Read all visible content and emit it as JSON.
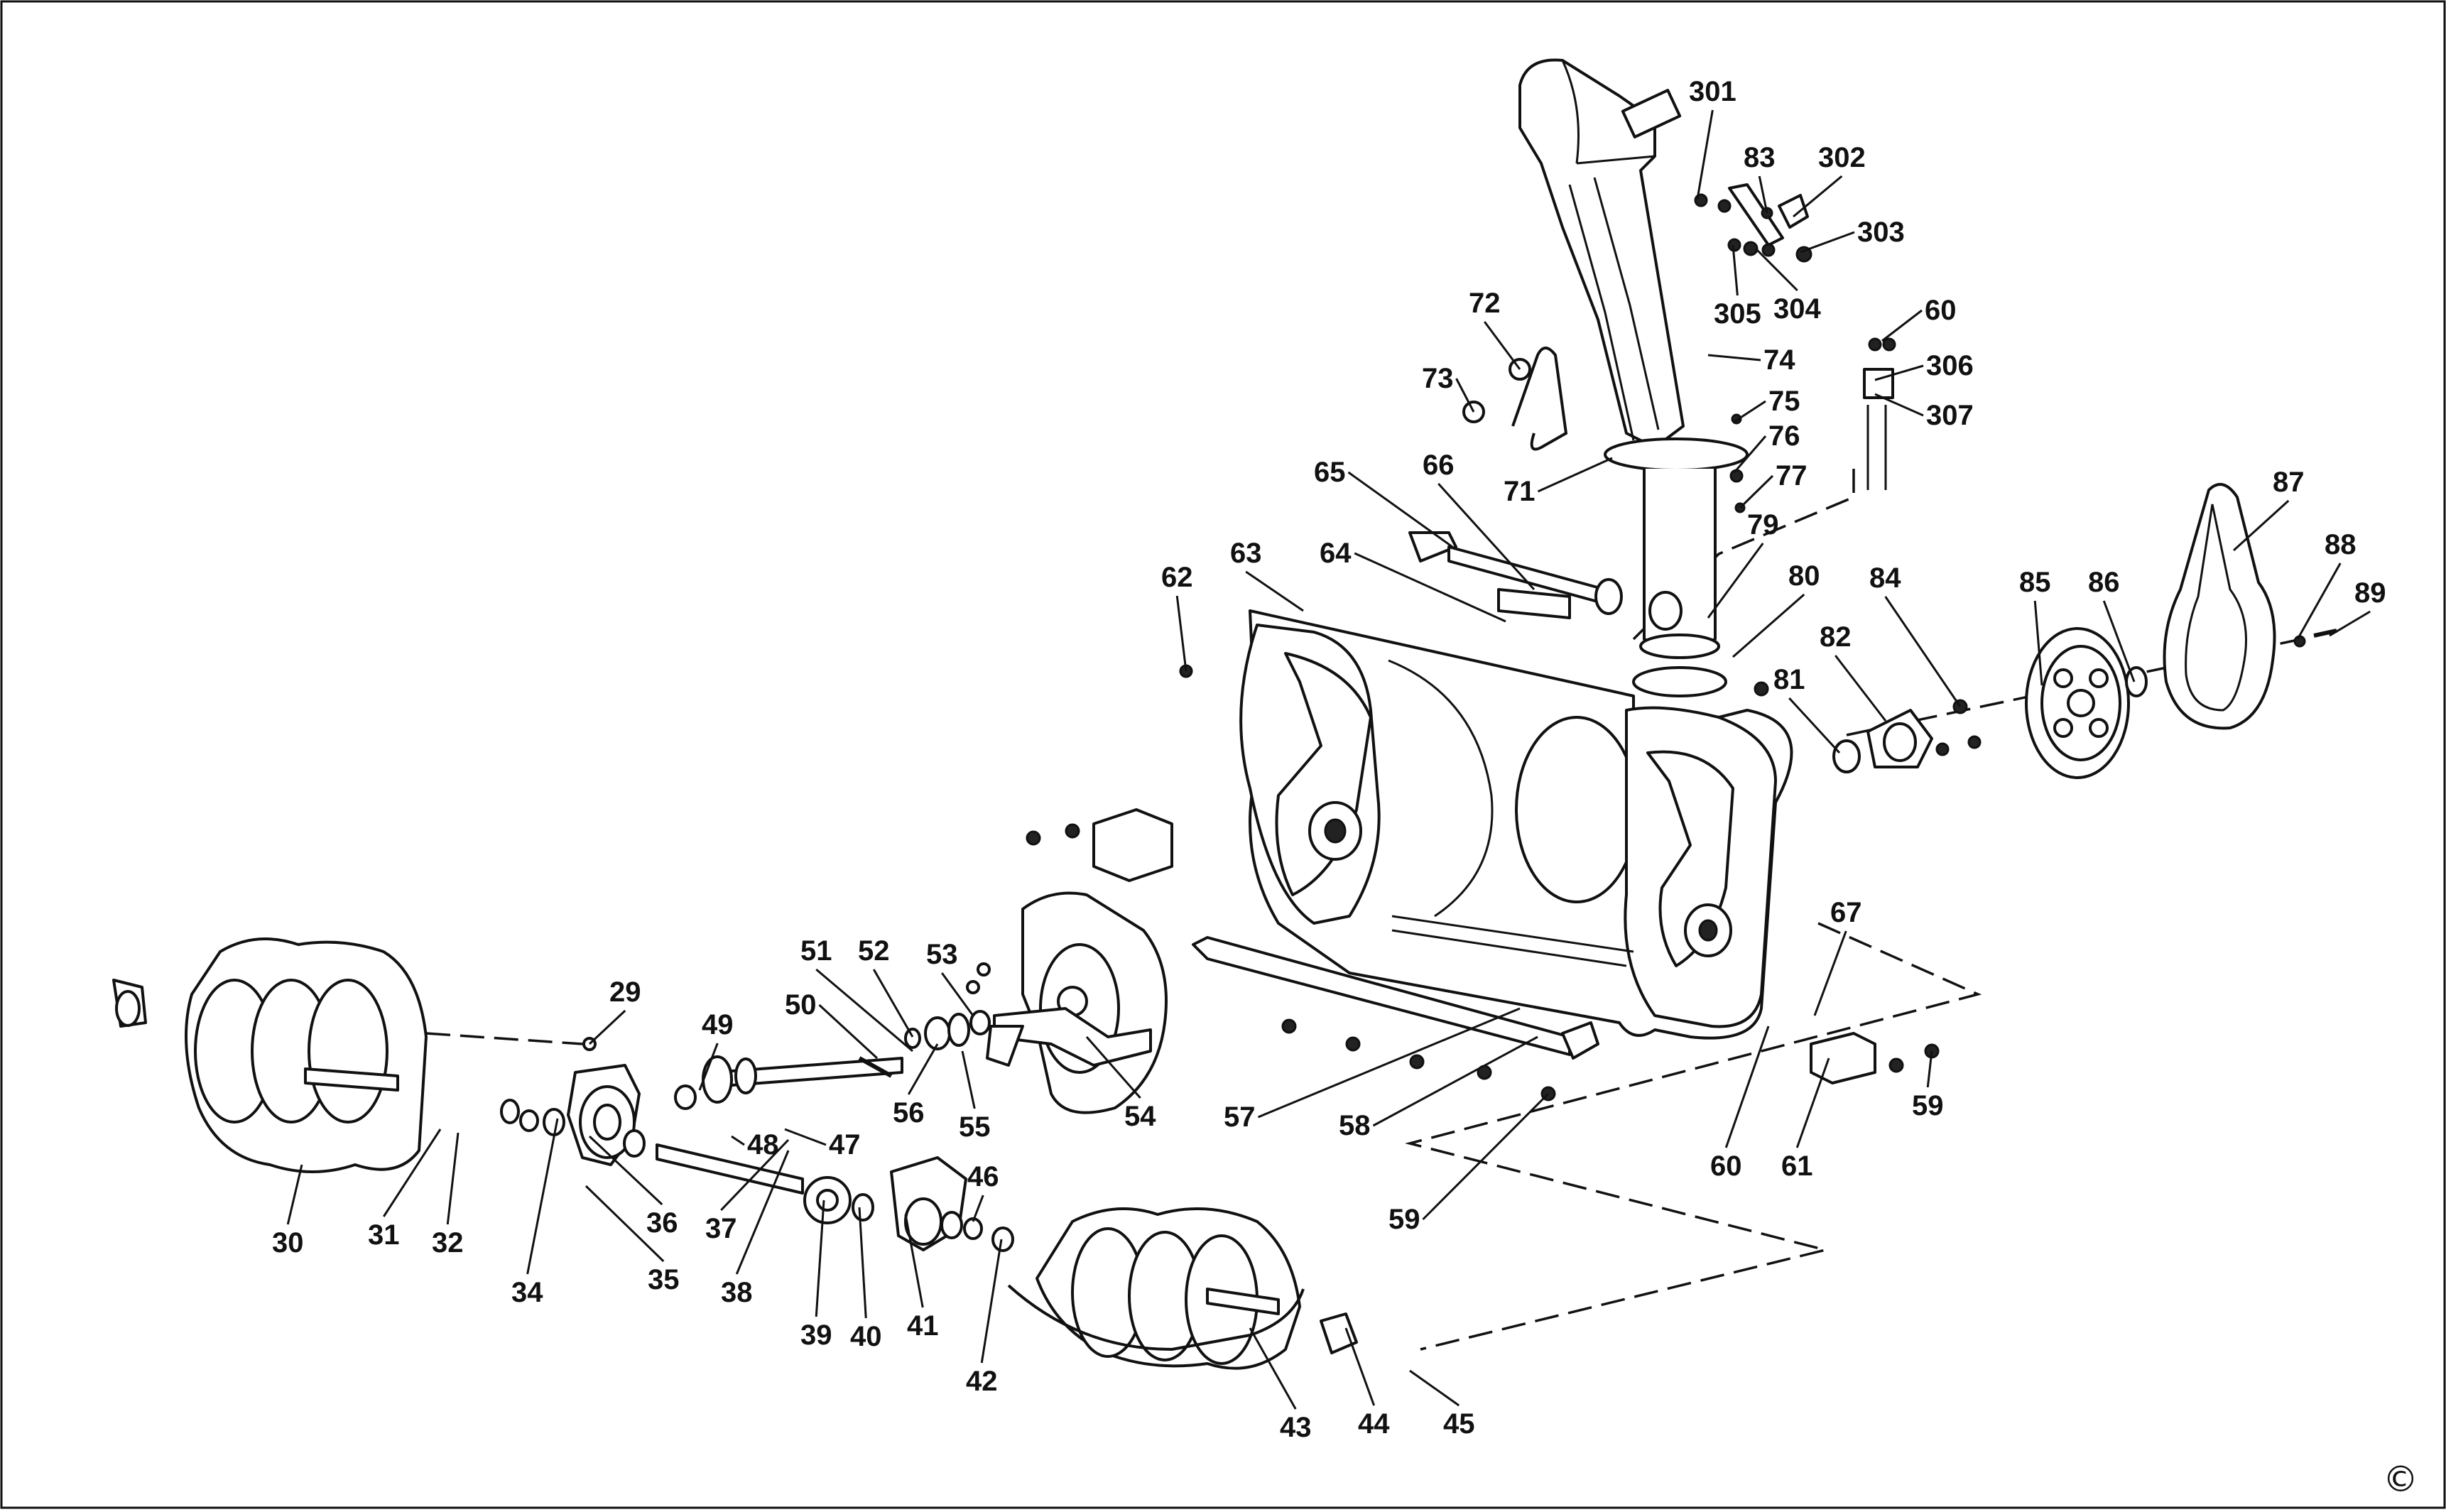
{
  "part_numbers": [
    "29",
    "30",
    "31",
    "32",
    "34",
    "35",
    "36",
    "37",
    "38",
    "39",
    "40",
    "41",
    "42",
    "43",
    "44",
    "45",
    "46",
    "47",
    "48",
    "49",
    "50",
    "51",
    "52",
    "53",
    "54",
    "55",
    "56",
    "57",
    "58",
    "59",
    "60",
    "61",
    "62",
    "63",
    "64",
    "65",
    "66",
    "67",
    "71",
    "72",
    "73",
    "74",
    "75",
    "76",
    "77",
    "79",
    "80",
    "81",
    "82",
    "83",
    "84",
    "85",
    "86",
    "87",
    "88",
    "89",
    "301",
    "302",
    "303",
    "304",
    "305",
    "306",
    "307"
  ],
  "callouts": [
    {
      "label": "301",
      "leader_to": [
        2390,
        280
      ]
    },
    {
      "label": "83",
      "leader_to": [
        2488,
        300
      ]
    },
    {
      "label": "302",
      "leader_to": [
        2525,
        305
      ]
    },
    {
      "label": "303",
      "leader_to": [
        2535,
        355
      ]
    },
    {
      "label": "304",
      "leader_to": [
        2472,
        350
      ]
    },
    {
      "label": "305",
      "leader_to": [
        2440,
        345
      ]
    },
    {
      "label": "72",
      "leader_to": [
        2140,
        520
      ]
    },
    {
      "label": "73",
      "leader_to": [
        2075,
        580
      ]
    },
    {
      "label": "74",
      "leader_to": [
        2405,
        500
      ]
    },
    {
      "label": "75",
      "leader_to": [
        2440,
        595
      ]
    },
    {
      "label": "76",
      "leader_to": [
        2442,
        665
      ]
    },
    {
      "label": "77",
      "leader_to": [
        2450,
        715
      ]
    },
    {
      "label": "71",
      "leader_to": [
        2270,
        645
      ]
    },
    {
      "label": "60",
      "leader_to": [
        2650,
        480
      ]
    },
    {
      "label": "306",
      "leader_to": [
        2640,
        535
      ]
    },
    {
      "label": "307",
      "leader_to": [
        2640,
        555
      ]
    },
    {
      "label": "65",
      "leader_to": [
        2045,
        770
      ]
    },
    {
      "label": "66",
      "leader_to": [
        2160,
        830
      ]
    },
    {
      "label": "64",
      "leader_to": [
        2120,
        875
      ]
    },
    {
      "label": "63",
      "leader_to": [
        1835,
        860
      ]
    },
    {
      "label": "62",
      "leader_to": [
        1670,
        945
      ]
    },
    {
      "label": "79",
      "leader_to": [
        2405,
        870
      ]
    },
    {
      "label": "80",
      "leader_to": [
        2440,
        925
      ]
    },
    {
      "label": "81",
      "leader_to": [
        2590,
        1060
      ]
    },
    {
      "label": "82",
      "leader_to": [
        2655,
        1015
      ]
    },
    {
      "label": "84",
      "leader_to": [
        2760,
        995
      ]
    },
    {
      "label": "85",
      "leader_to": [
        2875,
        965
      ]
    },
    {
      "label": "86",
      "leader_to": [
        3005,
        960
      ]
    },
    {
      "label": "87",
      "leader_to": [
        3145,
        775
      ]
    },
    {
      "label": "88",
      "leader_to": [
        3235,
        900
      ]
    },
    {
      "label": "89",
      "leader_to": [
        3280,
        895
      ]
    },
    {
      "label": "67",
      "leader_to": [
        2555,
        1430
      ]
    },
    {
      "label": "59",
      "leader_to": [
        2720,
        1480
      ]
    },
    {
      "label": "60",
      "leader_to": [
        2490,
        1445
      ]
    },
    {
      "label": "61",
      "leader_to": [
        2575,
        1490
      ]
    },
    {
      "label": "57",
      "leader_to": [
        2140,
        1420
      ]
    },
    {
      "label": "58",
      "leader_to": [
        2165,
        1460
      ]
    },
    {
      "label": "59",
      "leader_to": [
        2180,
        1540
      ]
    },
    {
      "label": "29",
      "leader_to": [
        830,
        1470
      ]
    },
    {
      "label": "49",
      "leader_to": [
        985,
        1535
      ]
    },
    {
      "label": "50",
      "leader_to": [
        1235,
        1490
      ]
    },
    {
      "label": "51",
      "leader_to": [
        1285,
        1480
      ]
    },
    {
      "label": "52",
      "leader_to": [
        1285,
        1460
      ]
    },
    {
      "label": "53",
      "leader_to": [
        1370,
        1430
      ]
    },
    {
      "label": "56",
      "leader_to": [
        1320,
        1470
      ]
    },
    {
      "label": "55",
      "leader_to": [
        1355,
        1480
      ]
    },
    {
      "label": "54",
      "leader_to": [
        1530,
        1460
      ]
    },
    {
      "label": "48",
      "leader_to": [
        1030,
        1600
      ]
    },
    {
      "label": "47",
      "leader_to": [
        1105,
        1590
      ]
    },
    {
      "label": "37",
      "leader_to": [
        1110,
        1605
      ]
    },
    {
      "label": "38",
      "leader_to": [
        1110,
        1620
      ]
    },
    {
      "label": "30",
      "leader_to": [
        425,
        1640
      ]
    },
    {
      "label": "31",
      "leader_to": [
        620,
        1590
      ]
    },
    {
      "label": "32",
      "leader_to": [
        645,
        1595
      ]
    },
    {
      "label": "34",
      "leader_to": [
        785,
        1575
      ]
    },
    {
      "label": "35",
      "leader_to": [
        825,
        1670
      ]
    },
    {
      "label": "36",
      "leader_to": [
        830,
        1600
      ]
    },
    {
      "label": "39",
      "leader_to": [
        1160,
        1690
      ]
    },
    {
      "label": "40",
      "leader_to": [
        1210,
        1700
      ]
    },
    {
      "label": "41",
      "leader_to": [
        1275,
        1710
      ]
    },
    {
      "label": "42",
      "leader_to": [
        1410,
        1745
      ]
    },
    {
      "label": "46",
      "leader_to": [
        1370,
        1720
      ]
    },
    {
      "label": "43",
      "leader_to": [
        1760,
        1870
      ]
    },
    {
      "label": "44",
      "leader_to": [
        1895,
        1870
      ]
    },
    {
      "label": "45",
      "leader_to": [
        1985,
        1930
      ]
    }
  ],
  "copyright_symbol": "©"
}
